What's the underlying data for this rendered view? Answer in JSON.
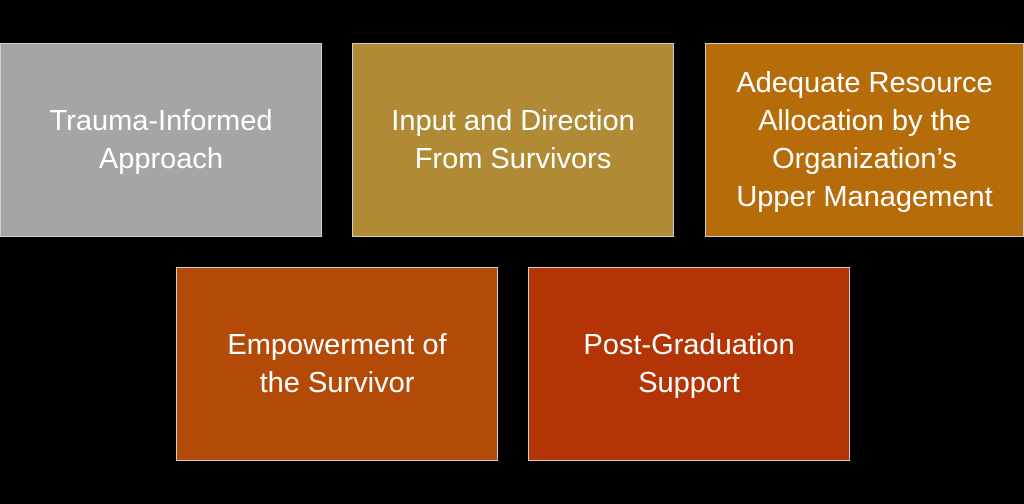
{
  "boxes": [
    {
      "id": "b1",
      "label": "Trauma-Informed\nApproach",
      "color": "#a5a5a5"
    },
    {
      "id": "b2",
      "label": "Input and Direction\nFrom Survivors",
      "color": "#b08a35"
    },
    {
      "id": "b3",
      "label": "Adequate Resource\nAllocation by the\nOrganization’s\nUpper Management",
      "color": "#b76c0a"
    },
    {
      "id": "b4",
      "label": "Empowerment of\nthe Survivor",
      "color": "#b34a08"
    },
    {
      "id": "b5",
      "label": "Post-Graduation\nSupport",
      "color": "#b33505"
    }
  ]
}
